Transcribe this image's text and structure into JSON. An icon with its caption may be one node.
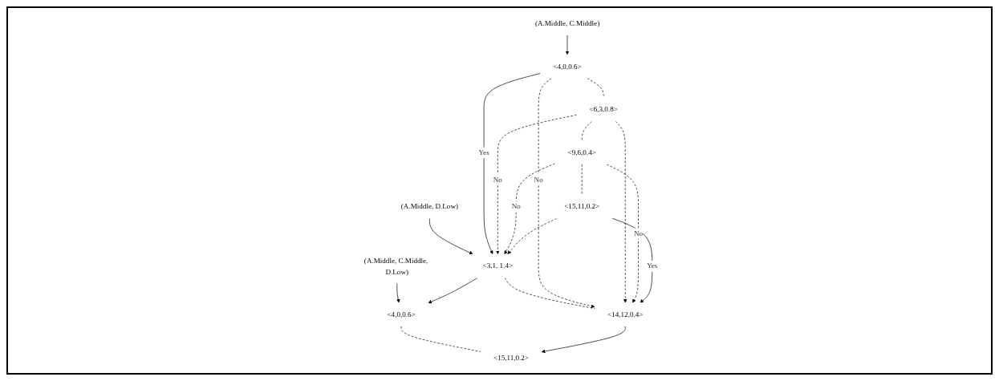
{
  "diagram": {
    "nodes": [
      {
        "text": [
          "(A.Middle, C.Middle)"
        ]
      },
      {
        "text": [
          "<4,0,0.6>"
        ]
      },
      {
        "text": [
          "<6,3,0.8>"
        ]
      },
      {
        "text": [
          "<9,6,0.4>"
        ]
      },
      {
        "text": [
          "<15,11,0.2>"
        ]
      },
      {
        "text": [
          "(A.Middle, D.Low)"
        ]
      },
      {
        "text": [
          "<3,1, 1.4>"
        ]
      },
      {
        "text": [
          "<14,12,0.4>"
        ]
      },
      {
        "text": [
          "(A.Middle, C.Middle, D.Low)"
        ]
      },
      {
        "text": [
          "<4,0,0.6>"
        ]
      },
      {
        "text": [
          "<15,11,0.2>"
        ]
      }
    ],
    "edges": [
      {
        "from": 0,
        "to": 1,
        "arrow": "to"
      },
      {
        "from": 1,
        "to": 2,
        "arrow": "none",
        "style": "dashed"
      },
      {
        "from": 2,
        "to": 3,
        "arrow": "none",
        "style": "dashed"
      },
      {
        "from": 3,
        "to": 4,
        "arrow": "none",
        "style": "dashed"
      },
      {
        "from": 5,
        "to": 6,
        "arrow": "to"
      },
      {
        "from": 6,
        "to": 7,
        "arrow": "none",
        "style": "dashed"
      },
      {
        "from": 8,
        "to": 9,
        "arrow": "to"
      },
      {
        "from": 9,
        "to": 10,
        "arrow": "none",
        "style": "dashed"
      },
      {
        "from": 1,
        "to": 6,
        "arrow": "to",
        "label": "Yes"
      },
      {
        "from": 1,
        "to": 7,
        "arrow": "to",
        "style": "dashed",
        "label": "No"
      },
      {
        "from": 2,
        "to": 6,
        "arrow": "to",
        "style": "dashed",
        "label": "No"
      },
      {
        "from": 2,
        "to": 7,
        "arrow": "to",
        "style": "dashed"
      },
      {
        "from": 3,
        "to": 6,
        "arrow": "to",
        "style": "dashed",
        "label": "No"
      },
      {
        "from": 3,
        "to": 7,
        "arrow": "to",
        "style": "dashed",
        "label": "No"
      },
      {
        "from": 4,
        "to": 6,
        "arrow": "to",
        "style": "dashed"
      },
      {
        "from": 4,
        "to": 7,
        "arrow": "to",
        "label": "Yes"
      },
      {
        "from": 6,
        "to": 9,
        "arrow": "to"
      },
      {
        "from": 7,
        "to": 10,
        "arrow": "to"
      }
    ]
  }
}
